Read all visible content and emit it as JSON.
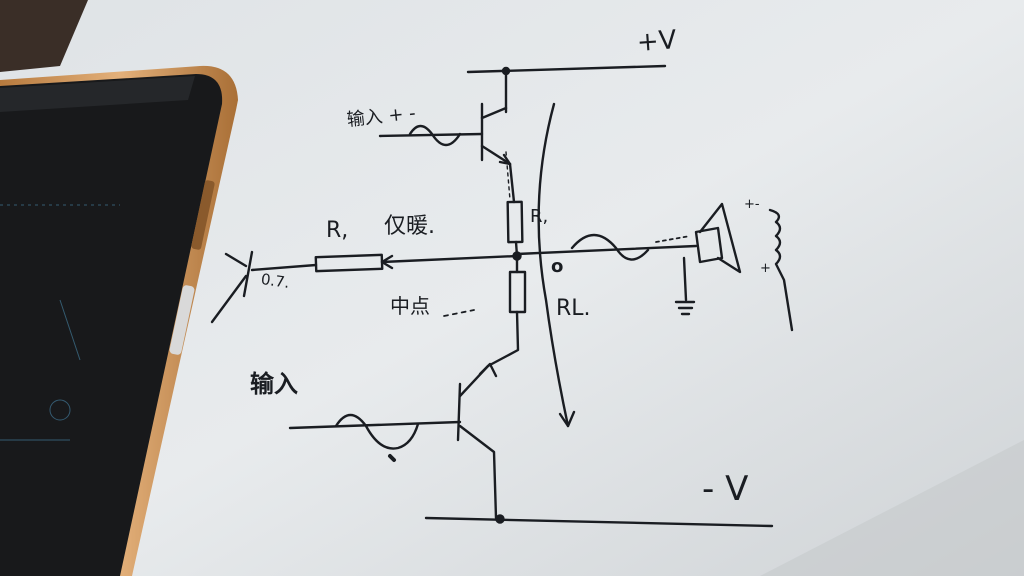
{
  "labels": {
    "supply_positive": "+V",
    "supply_negative": "- V",
    "resistor_r": "R,",
    "resistor_r1": "R,",
    "resistor_rl": "RL.",
    "output_node_mark": "o",
    "bias_note": "仅暖.",
    "midpoint_note": "中点",
    "input_top": "输入 + -",
    "input_bottom": "输入",
    "diode_drop": "0.7.",
    "polarity_right_top": "+-",
    "polarity_right_bottom": "+"
  },
  "colors": {
    "paper": "#e4e7e9",
    "ink": "#1a1d22",
    "phone_frame": "#d49a5c",
    "phone_screen": "#18191b"
  }
}
